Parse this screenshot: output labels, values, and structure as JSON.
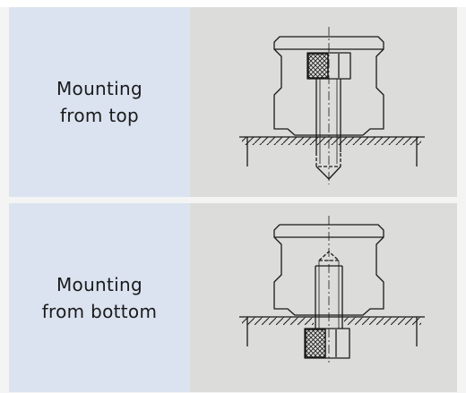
{
  "rows": [
    {
      "label_line1": "Mounting",
      "label_line2": "from top",
      "drawing_icon": "top-mount-drawing-icon"
    },
    {
      "label_line1": "Mounting",
      "label_line2": "from bottom",
      "drawing_icon": "bottom-mount-drawing-icon"
    }
  ],
  "colors": {
    "label_bg": "#dbe3f0",
    "drawing_bg": "#dcdcda",
    "frame_bg": "#f4f4f4",
    "line": "#1a1a1a"
  }
}
